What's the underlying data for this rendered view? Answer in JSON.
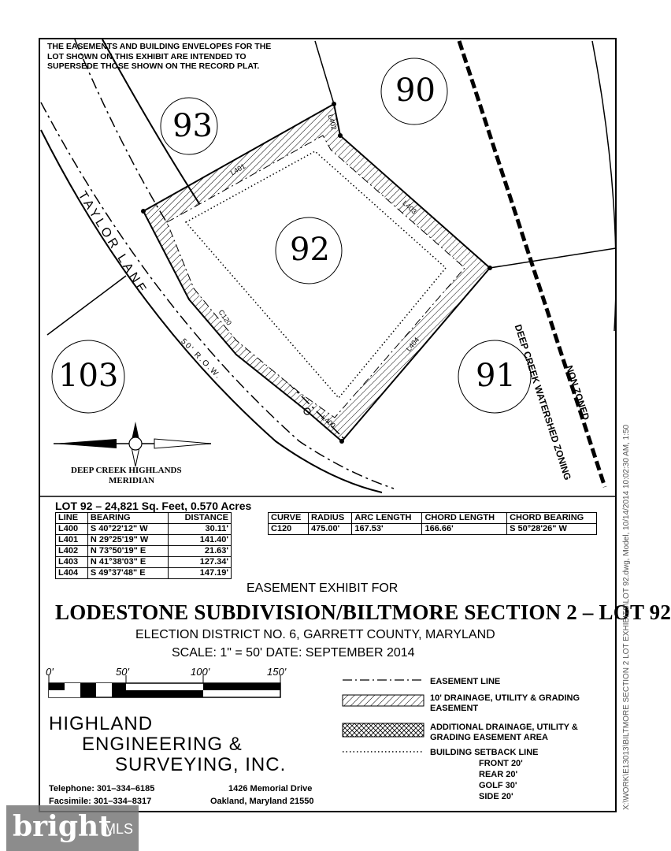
{
  "note": "THE EASEMENTS AND BUILDING ENVELOPES FOR THE LOT SHOWN ON THIS EXHIBIT ARE INTENDED TO SUPERSEDE THOSE SHOWN ON THE RECORD PLAT.",
  "lots": {
    "lot93": "93",
    "lot90": "90",
    "lot92": "92",
    "lot103": "103",
    "lot91": "91"
  },
  "road": {
    "name": "TAYLOR LANE",
    "row": "50' R.O.W."
  },
  "line_labels": {
    "l401": "L401",
    "l402": "L402",
    "l403": "L403",
    "l404": "L404",
    "l400": "L400",
    "c120": "C120"
  },
  "zoning": {
    "line1": "NON ZONED",
    "line2": "DEEP CREEK WATERSHED ZONING"
  },
  "meridian": {
    "line1": "DEEP CREEK HIGHLANDS",
    "line2": "MERIDIAN"
  },
  "lot_summary": "LOT 92 – 24,821 Sq. Feet, 0.570 Acres",
  "line_table": {
    "headers": [
      "LINE",
      "BEARING",
      "DISTANCE"
    ],
    "rows": [
      [
        "L400",
        "S 40°22'12\" W",
        "30.11'"
      ],
      [
        "L401",
        "N 29°25'19\" W",
        "141.40'"
      ],
      [
        "L402",
        "N 73°50'19\" E",
        "21.63'"
      ],
      [
        "L403",
        "N 41°38'03\" E",
        "127.34'"
      ],
      [
        "L404",
        "S 49°37'48\" E",
        "147.19'"
      ]
    ]
  },
  "curve_table": {
    "headers": [
      "CURVE",
      "RADIUS",
      "ARC LENGTH",
      "CHORD LENGTH",
      "CHORD BEARING"
    ],
    "rows": [
      [
        "C120",
        "475.00'",
        "167.53'",
        "166.66'",
        "S 50°28'26\" W"
      ]
    ]
  },
  "title": {
    "exhibit": "EASEMENT EXHIBIT FOR",
    "main": "LODESTONE SUBDIVISION/BILTMORE SECTION 2 – LOT 92",
    "district": "ELECTION DISTRICT NO. 6, GARRETT COUNTY, MARYLAND",
    "scale": "SCALE:  1\" = 50'    DATE: SEPTEMBER 2014"
  },
  "scale_bar": {
    "t0": "0'",
    "t50": "50'",
    "t100": "100'",
    "t150": "150'"
  },
  "company": {
    "line1": "HIGHLAND",
    "line2": "ENGINEERING &",
    "line3": "SURVEYING, INC.",
    "phone": "Telephone: 301–334–6185",
    "fax": "Facsimile: 301–334–8317",
    "address1": "1426 Memorial Drive",
    "address2": "Oakland, Maryland 21550"
  },
  "legend": {
    "easement_line": "EASEMENT LINE",
    "drainage_1": "10' DRAINAGE, UTILITY & GRADING",
    "drainage_2": "EASEMENT",
    "additional_1": "ADDITIONAL DRAINAGE, UTILITY &",
    "additional_2": "GRADING EASEMENT AREA",
    "setback": "BUILDING SETBACK LINE",
    "front": "FRONT 20'",
    "rear": "REAR 20'",
    "golf": "GOLF 30'",
    "side": "SIDE 20'"
  },
  "file_path": "X:\\WORK\\E13013\\BILTMORE SECTION 2 LOT EXHIBITS\\LOT 92.dwg, Model, 10/14/2014 10:02:30 AM, 1:50",
  "watermark": {
    "brand": "bright",
    "suffix": "MLS"
  }
}
